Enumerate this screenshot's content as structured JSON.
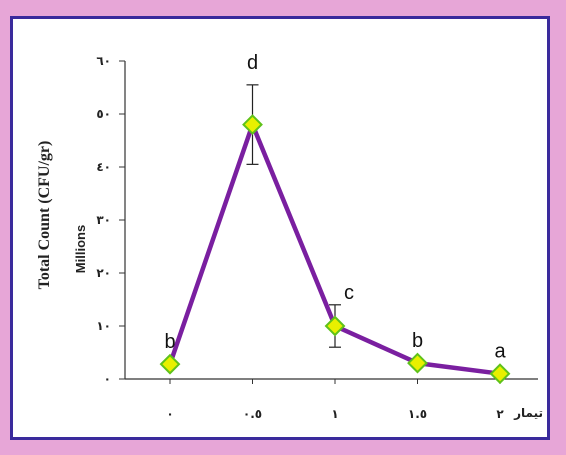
{
  "chart_data": {
    "type": "line",
    "x_tick_labels": [
      "٠",
      "٠.٥",
      "١",
      "١.٥",
      "٢"
    ],
    "x": [
      0,
      0.5,
      1,
      1.5,
      2
    ],
    "xlabel": "تیمار",
    "ylabel": "Total Count (CFU/gr)",
    "ylabel_sub": "Millions",
    "y_tick_labels": [
      "٠",
      "١٠",
      "٢٠",
      "٣٠",
      "٤٠",
      "٥٠",
      "٦٠"
    ],
    "yticks": [
      0,
      10,
      20,
      30,
      40,
      50,
      60
    ],
    "ylim": [
      0,
      60
    ],
    "grid": false,
    "series": [
      {
        "values": [
          2.8,
          48,
          10,
          3,
          1
        ],
        "error": [
          0,
          7.5,
          4,
          0,
          0
        ],
        "annotations": [
          "b",
          "d",
          "c",
          "b",
          "a"
        ],
        "line_color": "#7a1fa0",
        "marker_fill": "#e8f000",
        "marker_stroke": "#5fc21a"
      }
    ]
  }
}
